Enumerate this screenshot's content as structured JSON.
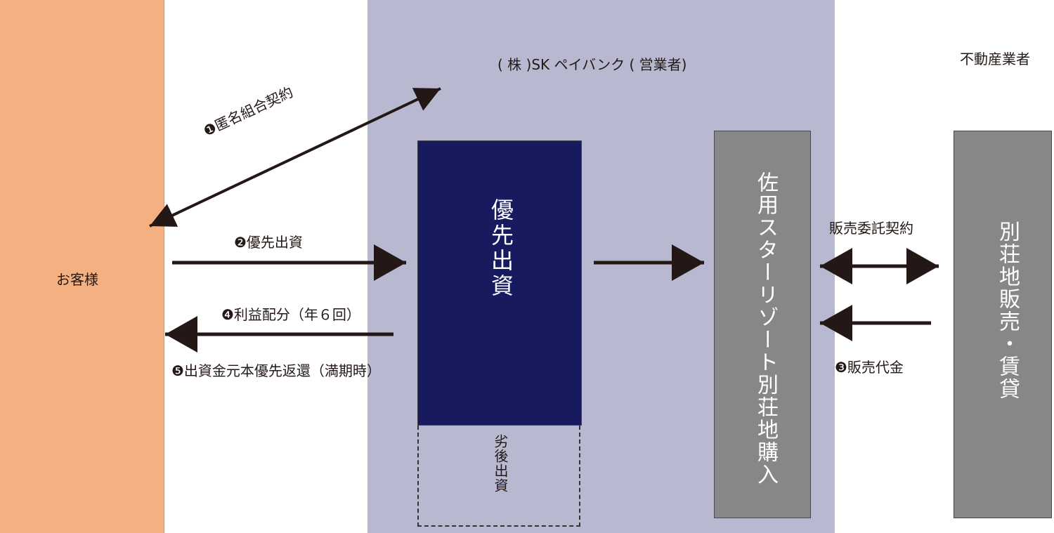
{
  "customer": {
    "label": "お客様"
  },
  "operator": {
    "title": "( 株 )SK ペイバンク ( 営業者)"
  },
  "real_estate": {
    "title": "不動産業者"
  },
  "boxes": {
    "priority": "優先出資",
    "subordinate": "劣後出資",
    "purchase": "佐用スターリゾート別荘地購入",
    "sales": "別荘地販売・賃貸"
  },
  "flows": {
    "f1": "❶匿名組合契約",
    "f2": "❷優先出資",
    "f4": "❹利益配分（年６回）",
    "f5": "❺出資金元本優先返還（満期時）",
    "consign": "販売委託契約",
    "f3": "❸販売代金"
  },
  "colors": {
    "customer": "#f4b080",
    "operator": "#b8b9d0",
    "navy": "#171a5e",
    "gray": "#878787",
    "arrow": "#231815"
  }
}
